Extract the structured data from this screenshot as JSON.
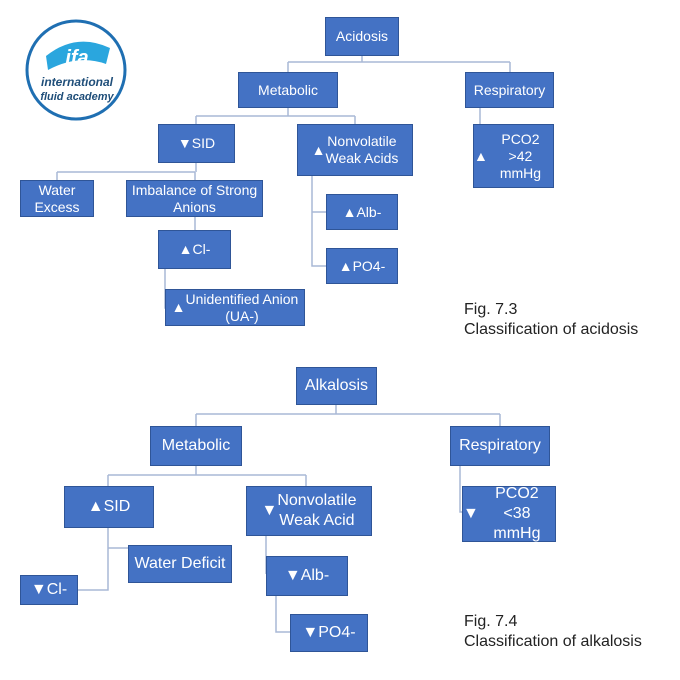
{
  "logo": {
    "mark": "ifa",
    "line1": "international",
    "line2": "fluid academy"
  },
  "acidosis": {
    "root": "Acidosis",
    "metabolic": "Metabolic",
    "respiratory": "Respiratory",
    "sid": "SID",
    "nonvolatile": "Nonvolatile\nWeak Acids",
    "pco2": "PCO2\n>42 mmHg",
    "water_excess": "Water\nExcess",
    "imbalance": "Imbalance of Strong\nAnions",
    "cl": "Cl-",
    "unidentified": "Unidentified Anion\n(UA-)",
    "alb": "Alb-",
    "po4": "PO4-",
    "caption": "Fig. 7.3\nClassification of acidosis"
  },
  "alkalosis": {
    "root": "Alkalosis",
    "metabolic": "Metabolic",
    "respiratory": "Respiratory",
    "sid": "SID",
    "nonvolatile": "Nonvolatile\nWeak Acid",
    "pco2": "PCO2\n<38 mmHg",
    "water_deficit": "Water Deficit",
    "cl": "Cl-",
    "alb": "Alb-",
    "po4": "PO4-",
    "caption": "Fig. 7.4\nClassification of alkalosis"
  },
  "icons": {
    "up": "arrow-up-icon",
    "down": "arrow-down-icon"
  },
  "colors": {
    "box": "#4472c4",
    "box_border": "#2f5597",
    "connector": "#a9b8d6",
    "text": "#ffffff"
  }
}
